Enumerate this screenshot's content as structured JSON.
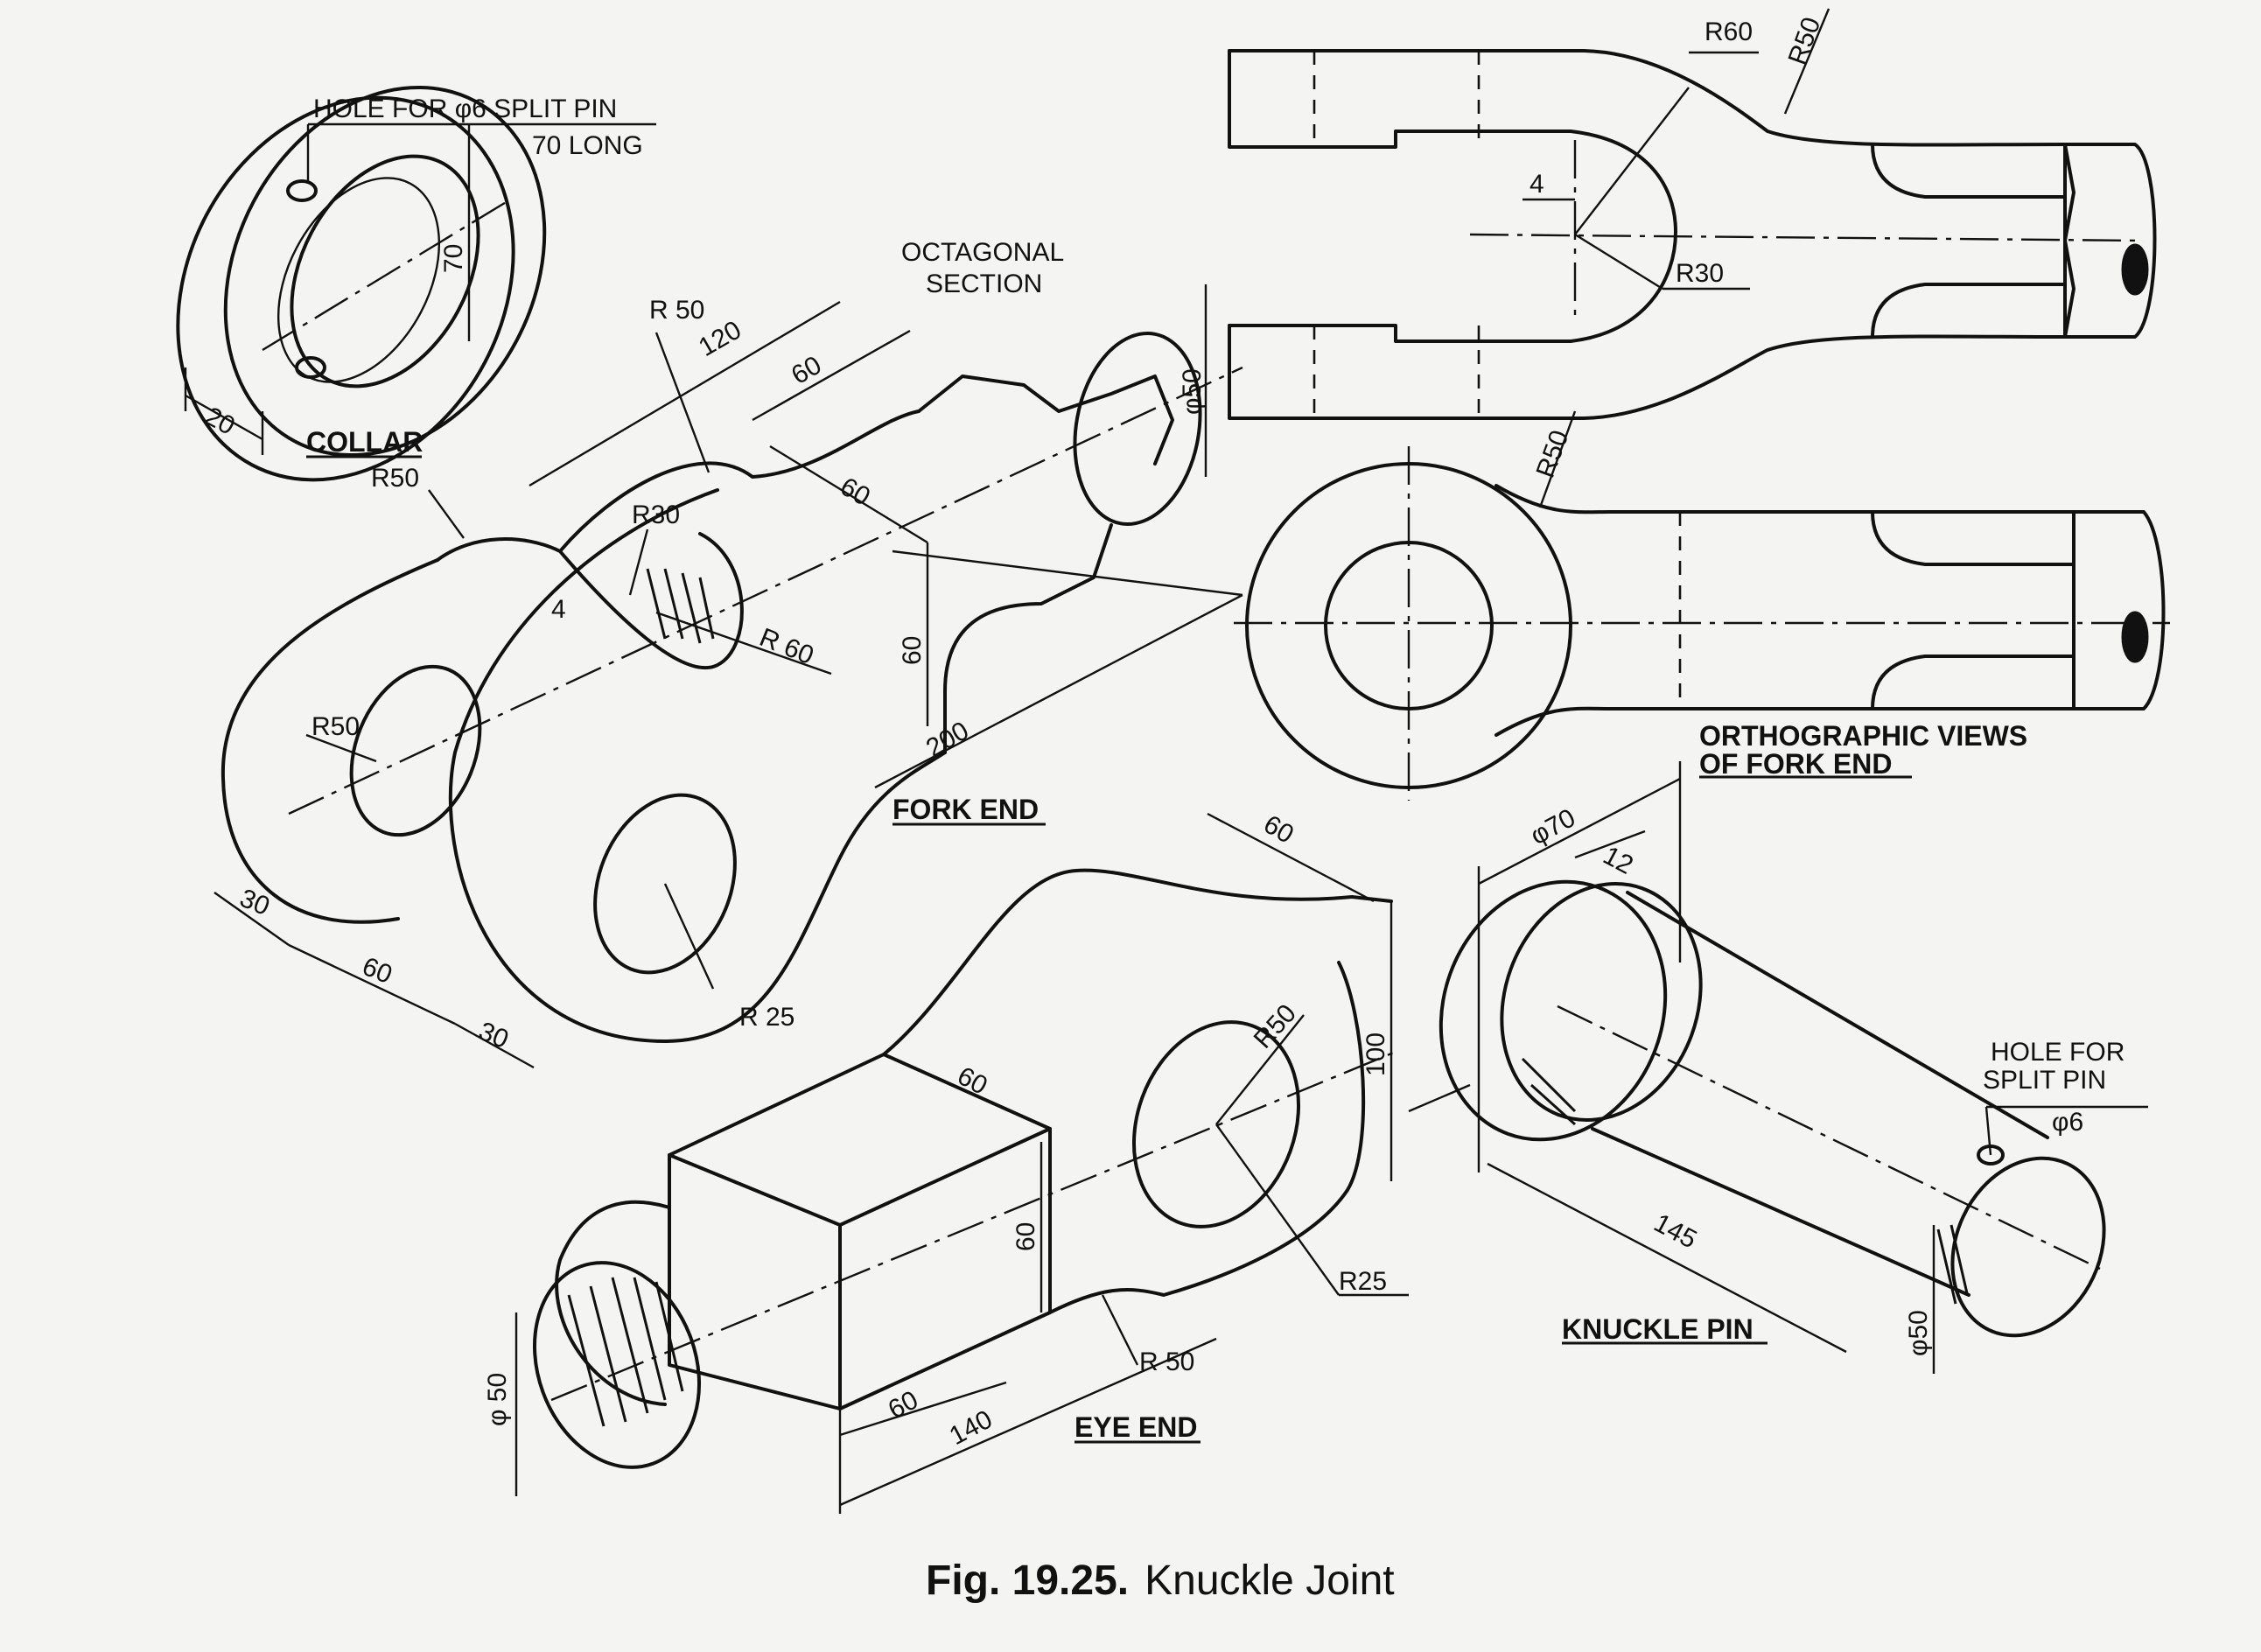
{
  "caption": {
    "number": "Fig. 19.25.",
    "title": "Knuckle Joint"
  },
  "parts": {
    "collar": "COLLAR",
    "fork_end": "FORK END",
    "eye_end": "EYE END",
    "knuckle_pin": "KNUCKLE PIN",
    "ortho_line1": "ORTHOGRAPHIC VIEWS",
    "ortho_line2": "OF FORK END"
  },
  "notes": {
    "collar_hole_line1": "HOLE FOR  φ6 SPLIT PIN",
    "collar_hole_line2": "70 LONG",
    "octagonal_line1": "OCTAGONAL",
    "octagonal_line2": "SECTION",
    "pin_hole_line1": "HOLE FOR",
    "pin_hole_line2": "SPLIT PIN",
    "pin_hole_dia": "φ6"
  },
  "dims": {
    "collar_70": "70",
    "collar_20": "20",
    "fork_r50_top": "R 50",
    "fork_120": "120",
    "fork_60_top": "60",
    "fork_60_mid": "60",
    "fork_dia50": "φ50",
    "fork_r50_left": "R50",
    "fork_r30": "R30",
    "fork_4": "4",
    "fork_r60": "R 60",
    "fork_60_vert": "60",
    "fork_200": "200",
    "fork_r50_hole": "R50",
    "fork_30_a": "30",
    "fork_60_bottom": "60",
    "fork_30_b": "30",
    "fork_r25": "R 25",
    "ortho_r60": "R60",
    "ortho_r50_top": "R50",
    "ortho_4": "4",
    "ortho_r30": "R30",
    "ortho_r50_bottom": "R50",
    "eye_60_top": "60",
    "eye_60_face": "60",
    "eye_r50": "R50",
    "eye_100": "100",
    "eye_60_vert": "60",
    "eye_r25": "R25",
    "eye_r50_bottom": "R 50",
    "eye_60_bottom": "60",
    "eye_140": "140",
    "eye_dia50": "φ 50",
    "pin_dia70": "φ70",
    "pin_12": "12",
    "pin_145": "145",
    "pin_dia50": "φ50"
  }
}
